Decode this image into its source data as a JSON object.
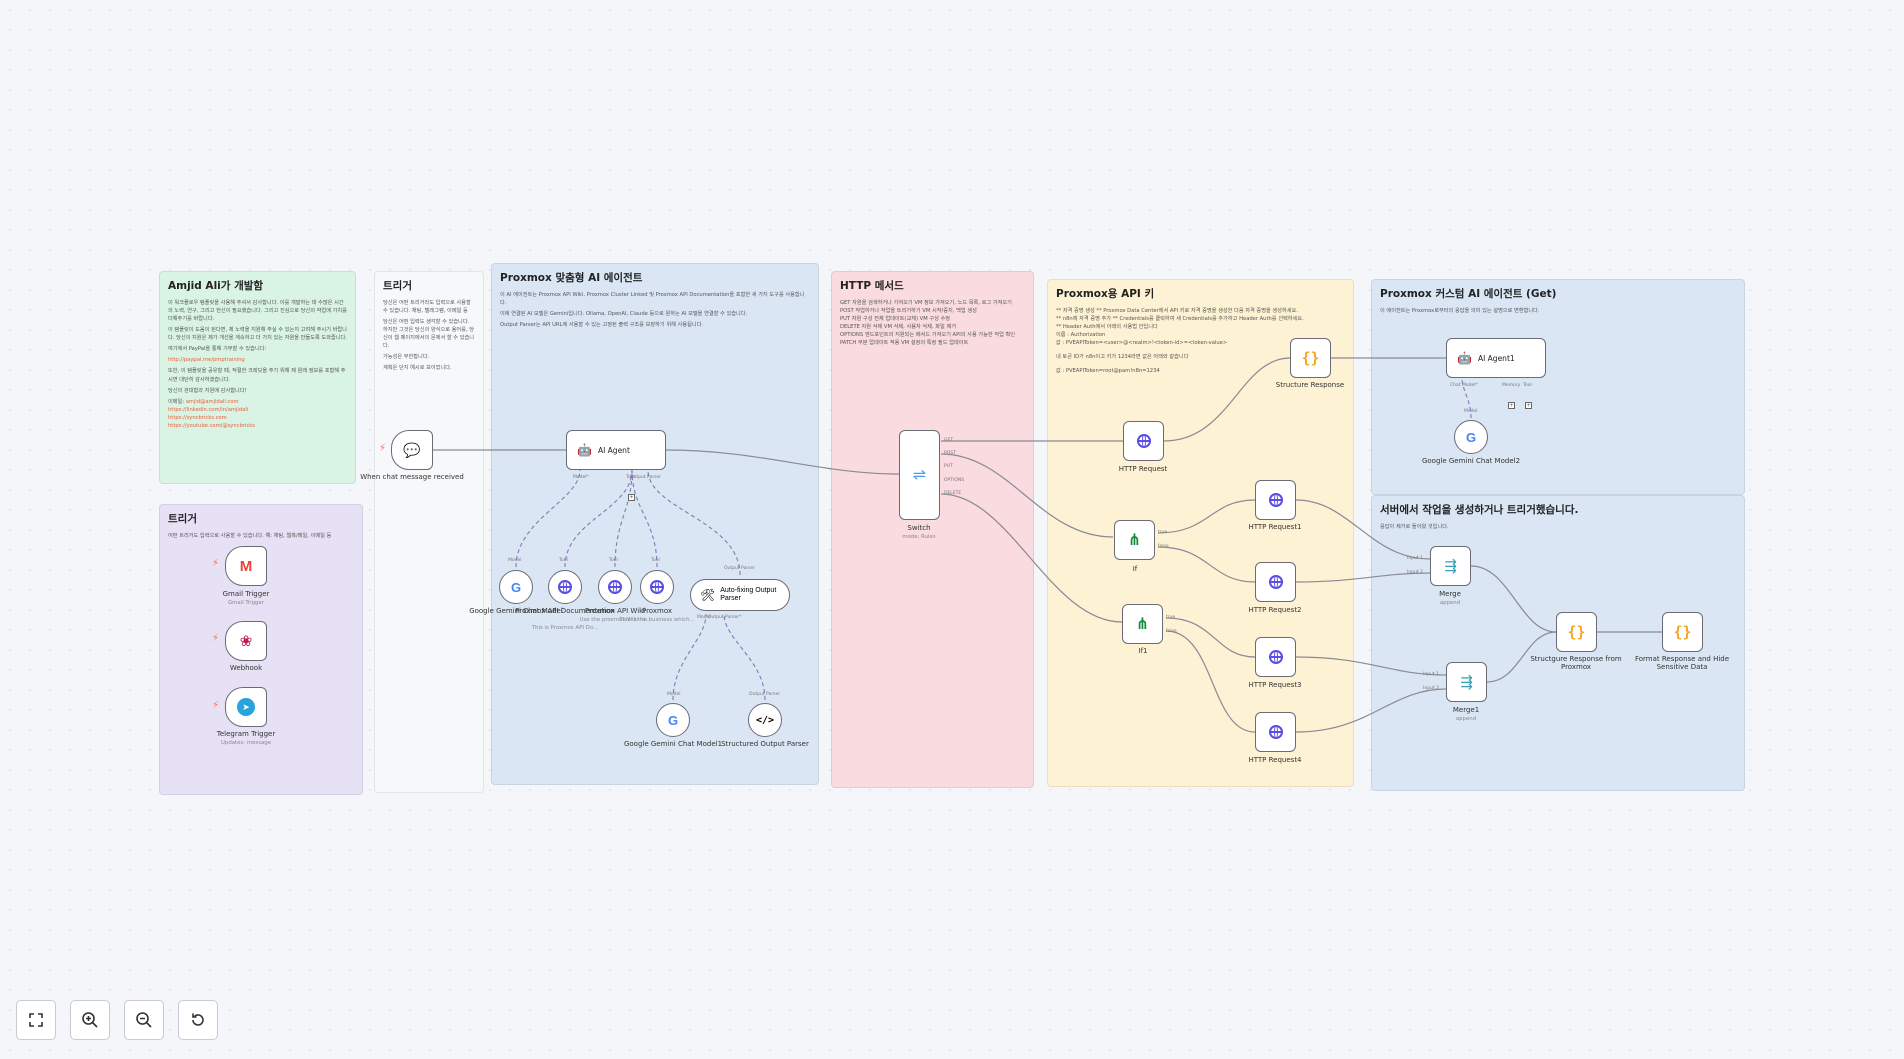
{
  "colors": {
    "note_green": "#d9f3e4",
    "note_purple": "#e6e1f5",
    "note_white": "#f7f8fa",
    "note_blue": "#dae6f4",
    "note_pink": "#f9dbe0",
    "note_yellow": "#fdf2d3",
    "edge": "#8a8a94",
    "trigger": "#ff6d5a",
    "accent_purple": "#5b4ee3"
  },
  "notes": {
    "amjid": {
      "title": "Amjid Ali가 개발함",
      "lines": [
        "이 워크플로우 템플릿을 사용해 주셔서 감사합니다. 이를 개발하는 데 수많은 시간의 노력, 연구, 그리고 헌신이 필요했습니다. 그리고 진심으로 당신의 작업에 가치를 더해주기를 바랍니다.",
        "이 템플릿이 도움이 된다면, 제 노력을 지원해 주실 수 있는지 고려해 주시기 바랍니다. 당신의 지원은 제가 개선을 계속하고 더 가치 있는 자원을 만들도록 도와줍니다.",
        "여기에서 PayPal을 통해 기부할 수 있습니다:"
      ],
      "paypal": "http://paypal.me/pmptraining",
      "lines2": [
        "또한, 이 템플릿을 공유할 때, 적절한 크레딧을 주기 위해 제 원래 정보를 포함해 주시면 대단히 감사하겠습니다.",
        "당신의 관대함과 지원에 감사합니다!",
        "이메일: "
      ],
      "email": "amjid@amjidali.com",
      "links": [
        "https://linkedin.com/in/amjidali",
        "https://syncbricks.com",
        "https://youtube.com/@syncbricks"
      ]
    },
    "trigger_left": {
      "title": "트리거",
      "lines": [
        "어떤 트리거도 입력으로 사용할 수 있습니다. 예: 채팅, 웹훅/메일, 이메일 등"
      ]
    },
    "trigger_mid": {
      "title": "트리거",
      "lines": [
        "당신은 어떤 트리거라도 입력으로 사용할 수 있습니다. 채팅, 텔레그램, 이메일 등",
        "당신은 어떤 입력도 생각할 수 있습니다. 하지만 그것은 당신의 양식으로 용어를, 당신이 웹 페이지에서의 문제서 할 수 있습니다.",
        "가능성은 무한합니다.",
        "계획은 단지 예시로 보이었니다."
      ]
    },
    "proxmox_agent": {
      "title": "Proxmox 맞춤형 AI 에이전트",
      "lines": [
        "이 AI 에이전트는 Proxmox API Wiki, Proxmox Cluster Linked 및 Proxmox API Documentation을 포함한 세 가지 도구를 사용합니다.",
        "이에 연결된 AI 모델은 Gemini입니다. Ollama, OpenAI, Claude 등으로 원하는 AI 모델을 연결할 수 있습니다.",
        "Output Parser는 API URL에 사용할 수 있는 고정된 출력 구조를 보장하기 위해 사용됩니다."
      ]
    },
    "http_methods": {
      "title": "HTTP 메서드",
      "lines": [
        "GET 자원을 검색하거나 가져오기 VM 정보 가져오기, 노드 목록, 로그 가져오기",
        "POST 작업하거나 작업을 트리거하기 VM 시작/중지, 백업 생성",
        "PUT 자원 구성 전체 업데이트(교체) VM 구성 수정",
        "DELETE 자원 삭제 VM 삭제, 사용자 삭제, 파일 제거",
        "OPTIONS 엔드포인트의 지원되는 메서드 가져오기 API의 사용 가능한 작업 확인",
        "PATCH 부분 업데이트 적용 VM 설정의 특정 필드 업데이트"
      ]
    },
    "api_key": {
      "title": "Proxmox용 API 키",
      "lines": [
        "** 자격 증명 생성 ** Proxmox Data Center에서 API 키로 자격 증명을 생성한 다음 자격 증명을 생성하세요.",
        "** n8n에 자격 증명 추가 ** Credentials를 클릭하여 새 Credentials를 추가하고 Header Auth를 선택하세요.",
        "** Header Auth에서 아래의 사용법 안입니다",
        "이름 : Authorization",
        "값 : PVEAPIToken=<user>@<realm>!<token-id>=<token-value>",
        "내 토큰 ID가 n8n이고 키가 1234라면 값은 아래와 같습니다",
        "값 : PVEAPIToken=root@pam!n8n=1234"
      ]
    },
    "custom_agent": {
      "title": "Proxmox 커스텀 AI 에이전트 (Get)",
      "lines": [
        "이 에이전트는 Proxmox로부터의 응답을 의미 있는 설명으로 변환합니다."
      ]
    },
    "server_task": {
      "title": "서버에서 작업을 생성하거나 트리거했습니다.",
      "lines": [
        "응답이 제거로 돌아왔 것입니다."
      ]
    }
  },
  "nodes": {
    "gmail": {
      "label": "Gmail Trigger",
      "sub": "Gmail Trigger",
      "icon": "gmail-icon"
    },
    "webhook": {
      "label": "Webhook",
      "icon": "webhook-icon"
    },
    "telegram": {
      "label": "Telegram Trigger",
      "sub": "Updates: message",
      "icon": "telegram-icon"
    },
    "chat": {
      "label": "When chat message received",
      "icon": "chat-icon"
    },
    "ai_agent": {
      "label": "AI Agent",
      "icon": "robot-icon",
      "ports": {
        "model": "Model*",
        "tool": "Tool",
        "output": "Output Parser"
      }
    },
    "gemini": {
      "label": "Google Gemini Chat Model",
      "port": "Model"
    },
    "proxmox_doc": {
      "label": "Proxmox API Documentation",
      "sub": "This is Proxmox API Do...",
      "port": "Tool"
    },
    "proxmox_wiki": {
      "label": "Proxmox API Wiki",
      "sub": "Use the proxmox Wiki to...",
      "port": "Tool"
    },
    "proxmox": {
      "label": "Proxmox",
      "sub": "This is the business which...",
      "port": "Tool"
    },
    "autofix": {
      "label": "Auto-fixing Output Parser",
      "port_top": "Output Parser",
      "port_model": "Model",
      "port_parser": "Output Parser*"
    },
    "gemini1": {
      "label": "Google Gemini Chat Model1",
      "port": "Model"
    },
    "structured": {
      "label": "Structured Output Parser",
      "port": "Output Parser"
    },
    "switch": {
      "label": "Switch",
      "sub": "mode: Rules",
      "ports": [
        "GET",
        "POST",
        "PUT",
        "OPTIONS",
        "DELETE"
      ]
    },
    "http": {
      "label": "HTTP Request"
    },
    "if": {
      "label": "If",
      "ports": [
        "true",
        "false"
      ]
    },
    "if1": {
      "label": "If1",
      "ports": [
        "true",
        "false"
      ]
    },
    "http1": {
      "label": "HTTP Request1"
    },
    "http2": {
      "label": "HTTP Request2"
    },
    "http3": {
      "label": "HTTP Request3"
    },
    "http4": {
      "label": "HTTP Request4"
    },
    "structure": {
      "label": "Structure Response"
    },
    "ai_agent1": {
      "label": "AI Agent1",
      "ports": {
        "model": "Chat Model*",
        "memory": "Memory",
        "tool": "Tool"
      }
    },
    "gemini2": {
      "label": "Google Gemini Chat Model2",
      "port": "Model"
    },
    "merge": {
      "label": "Merge",
      "sub": "append",
      "ports": [
        "Input 1",
        "Input 2"
      ]
    },
    "merge1": {
      "label": "Merge1",
      "sub": "append",
      "ports": [
        "Input 1",
        "Input 2"
      ]
    },
    "structure_proxmox": {
      "label": "Structgure Response from Proxmox"
    },
    "format": {
      "label": "Format Response and Hide Sensitive Data"
    }
  },
  "controls": {
    "fit": "fit-view-icon",
    "zoom_in": "zoom-in-icon",
    "zoom_out": "zoom-out-icon",
    "reset": "reset-zoom-icon"
  }
}
